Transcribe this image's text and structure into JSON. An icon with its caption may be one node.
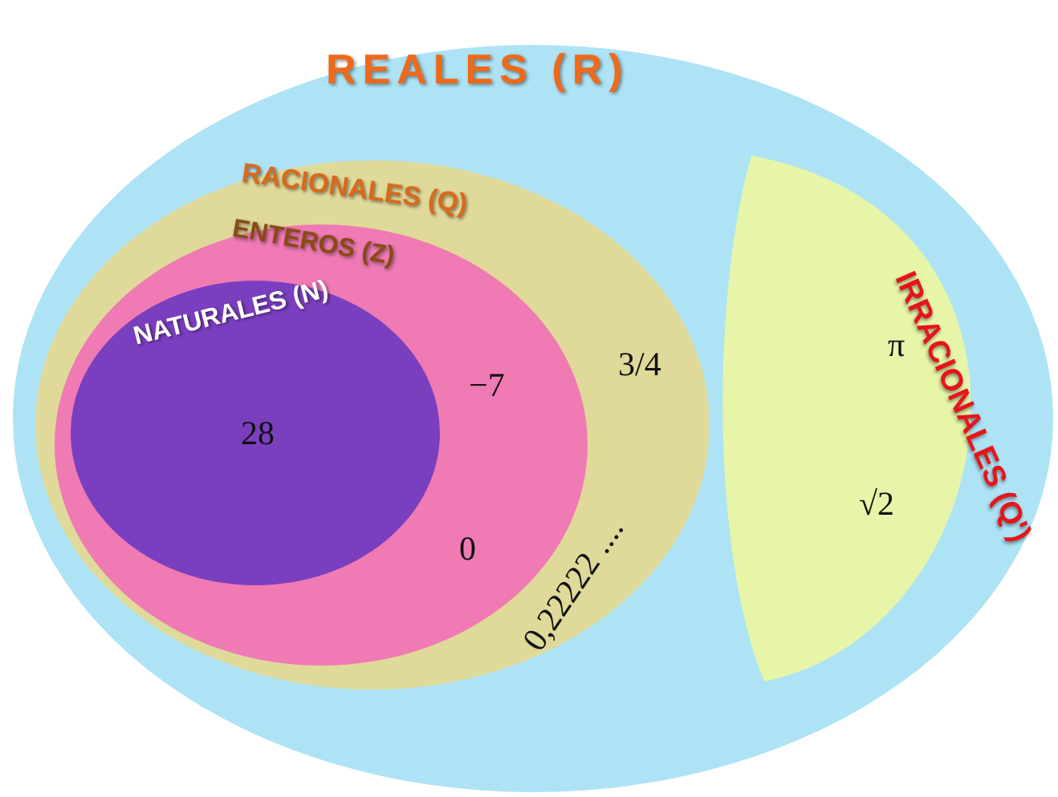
{
  "diagram": {
    "nodes": [
      {
        "text": [
          "REALES (R)"
        ]
      },
      {
        "text": [
          "RACIONALES (Q)"
        ],
        "in": 0
      },
      {
        "text": [
          "ENTEROS (Z)"
        ],
        "in": 1
      },
      {
        "text": [
          "NATURALES (N)"
        ],
        "in": 2
      },
      {
        "text": [
          "IRRACIONALES (Q')"
        ],
        "in": 0
      }
    ],
    "edges": [],
    "labels": [
      "28",
      "−7",
      "0",
      "3/4",
      "0,22222 ....",
      "π",
      "√2"
    ]
  }
}
